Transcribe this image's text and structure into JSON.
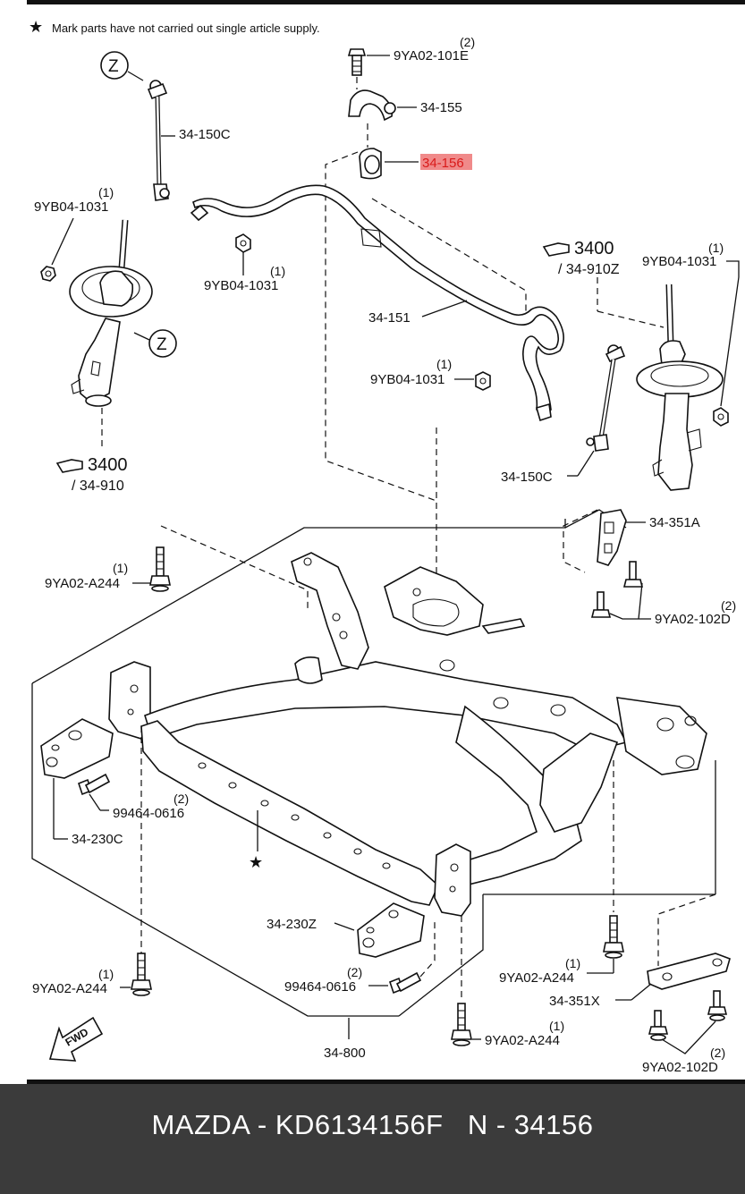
{
  "note": {
    "star": "★",
    "text": "Mark parts have not carried out single article supply."
  },
  "parts": {
    "p101e": {
      "code": "9YA02-101E",
      "qty": "(2)"
    },
    "p155": {
      "code": "34-155"
    },
    "p156": {
      "code": "34-156"
    },
    "p150c_top": {
      "code": "34-150C"
    },
    "p9yb_left": {
      "code": "9YB04-1031",
      "qty": "(1)"
    },
    "p9yb_mid": {
      "code": "9YB04-1031",
      "qty": "(1)"
    },
    "p151": {
      "code": "34-151"
    },
    "p9yb_center": {
      "code": "9YB04-1031",
      "qty": "(1)"
    },
    "p9yb_right": {
      "code": "9YB04-1031",
      "qty": "(1)"
    },
    "p150c_right": {
      "code": "34-150C"
    },
    "p351a": {
      "code": "34-351A"
    },
    "p102d_top": {
      "code": "9YA02-102D",
      "qty": "(2)"
    },
    "pa244_tl": {
      "code": "9YA02-A244",
      "qty": "(1)"
    },
    "p0616_left": {
      "code": "99464-0616",
      "qty": "(2)"
    },
    "p230c": {
      "code": "34-230C"
    },
    "p230z": {
      "code": "34-230Z"
    },
    "p0616_mid": {
      "code": "99464-0616",
      "qty": "(2)"
    },
    "pa244_bl": {
      "code": "9YA02-A244",
      "qty": "(1)"
    },
    "pa244_rm": {
      "code": "9YA02-A244",
      "qty": "(1)"
    },
    "p351x": {
      "code": "34-351X"
    },
    "pa244_bc": {
      "code": "9YA02-A244",
      "qty": "(1)"
    },
    "p800": {
      "code": "34-800"
    },
    "p102d_bottom": {
      "code": "9YA02-102D",
      "qty": "(2)"
    }
  },
  "refs": {
    "left": {
      "num": "3400",
      "sub": "/ 34-910"
    },
    "right": {
      "num": "3400",
      "sub": "/ 34-910Z"
    }
  },
  "markers": {
    "z": "Z",
    "star": "★"
  },
  "fwd": "FWD",
  "footer": {
    "text": "MAZDA - KD6134156F   N - 34156"
  },
  "colors": {
    "highlight": "#f08a8a",
    "highlight_text": "#d91a1a",
    "footer_bg": "#3b3b3b"
  }
}
